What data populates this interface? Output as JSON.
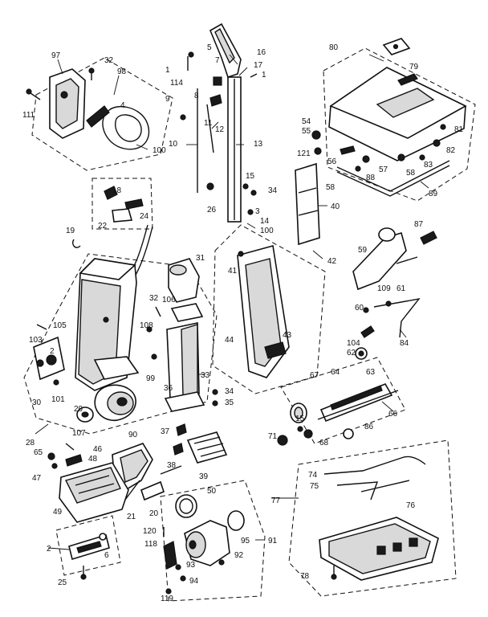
{
  "diagram": {
    "callouts": [
      {
        "id": "c97",
        "text": "97"
      },
      {
        "id": "c32a",
        "text": "32"
      },
      {
        "id": "c98",
        "text": "98"
      },
      {
        "id": "c111",
        "text": "111"
      },
      {
        "id": "c4",
        "text": "4"
      },
      {
        "id": "c100a",
        "text": "100"
      },
      {
        "id": "c1a",
        "text": "1"
      },
      {
        "id": "c114",
        "text": "114"
      },
      {
        "id": "c5",
        "text": "5"
      },
      {
        "id": "c7",
        "text": "7"
      },
      {
        "id": "c16",
        "text": "16"
      },
      {
        "id": "c17",
        "text": "17"
      },
      {
        "id": "c1b",
        "text": "1"
      },
      {
        "id": "c9",
        "text": "9"
      },
      {
        "id": "c8",
        "text": "8"
      },
      {
        "id": "c11",
        "text": "11"
      },
      {
        "id": "c12",
        "text": "12"
      },
      {
        "id": "c10",
        "text": "10"
      },
      {
        "id": "c13",
        "text": "13"
      },
      {
        "id": "c15a",
        "text": "15"
      },
      {
        "id": "c34a",
        "text": "34"
      },
      {
        "id": "c3",
        "text": "3"
      },
      {
        "id": "c26",
        "text": "26"
      },
      {
        "id": "c14",
        "text": "14"
      },
      {
        "id": "c100b",
        "text": "100"
      },
      {
        "id": "c80",
        "text": "80"
      },
      {
        "id": "c79",
        "text": "79"
      },
      {
        "id": "c54",
        "text": "54"
      },
      {
        "id": "c55",
        "text": "55"
      },
      {
        "id": "c81",
        "text": "81"
      },
      {
        "id": "c121",
        "text": "121"
      },
      {
        "id": "c56",
        "text": "56"
      },
      {
        "id": "c57",
        "text": "57"
      },
      {
        "id": "c58a",
        "text": "58"
      },
      {
        "id": "c82",
        "text": "82"
      },
      {
        "id": "c83",
        "text": "83"
      },
      {
        "id": "c88",
        "text": "88"
      },
      {
        "id": "c58b",
        "text": "58"
      },
      {
        "id": "c89",
        "text": "89"
      },
      {
        "id": "c40",
        "text": "40"
      },
      {
        "id": "c18",
        "text": "18"
      },
      {
        "id": "c24",
        "text": "24"
      },
      {
        "id": "c22",
        "text": "22"
      },
      {
        "id": "c19",
        "text": "19"
      },
      {
        "id": "c87",
        "text": "87"
      },
      {
        "id": "c59",
        "text": "59"
      },
      {
        "id": "c31",
        "text": "31"
      },
      {
        "id": "c41",
        "text": "41"
      },
      {
        "id": "c42",
        "text": "42"
      },
      {
        "id": "c109",
        "text": "109"
      },
      {
        "id": "c61",
        "text": "61"
      },
      {
        "id": "c60",
        "text": "60"
      },
      {
        "id": "c105",
        "text": "105"
      },
      {
        "id": "c32b",
        "text": "32"
      },
      {
        "id": "c106",
        "text": "106"
      },
      {
        "id": "c103",
        "text": "103"
      },
      {
        "id": "c2a",
        "text": "2"
      },
      {
        "id": "c108",
        "text": "108"
      },
      {
        "id": "c44",
        "text": "44"
      },
      {
        "id": "c43",
        "text": "43"
      },
      {
        "id": "c104",
        "text": "104"
      },
      {
        "id": "c62",
        "text": "62"
      },
      {
        "id": "c84",
        "text": "84"
      },
      {
        "id": "c99",
        "text": "99"
      },
      {
        "id": "c36",
        "text": "36"
      },
      {
        "id": "c33a",
        "text": "33"
      },
      {
        "id": "c67",
        "text": "67"
      },
      {
        "id": "c64",
        "text": "64"
      },
      {
        "id": "c63",
        "text": "63"
      },
      {
        "id": "c30",
        "text": "30"
      },
      {
        "id": "c101",
        "text": "101"
      },
      {
        "id": "c29",
        "text": "29"
      },
      {
        "id": "c34b",
        "text": "34"
      },
      {
        "id": "c35",
        "text": "35"
      },
      {
        "id": "c28",
        "text": "28"
      },
      {
        "id": "c107",
        "text": "107"
      },
      {
        "id": "c37",
        "text": "37"
      },
      {
        "id": "c46",
        "text": "46"
      },
      {
        "id": "c90",
        "text": "90"
      },
      {
        "id": "c66",
        "text": "66"
      },
      {
        "id": "c15b",
        "text": "15"
      },
      {
        "id": "c86",
        "text": "86"
      },
      {
        "id": "c71",
        "text": "71"
      },
      {
        "id": "c68",
        "text": "68"
      },
      {
        "id": "c65",
        "text": "65"
      },
      {
        "id": "c48",
        "text": "48"
      },
      {
        "id": "c38",
        "text": "38"
      },
      {
        "id": "c47",
        "text": "47"
      },
      {
        "id": "c39",
        "text": "39"
      },
      {
        "id": "c74",
        "text": "74"
      },
      {
        "id": "c75",
        "text": "75"
      },
      {
        "id": "c77",
        "text": "77"
      },
      {
        "id": "c76",
        "text": "76"
      },
      {
        "id": "c49",
        "text": "49"
      },
      {
        "id": "c21",
        "text": "21"
      },
      {
        "id": "c20",
        "text": "20"
      },
      {
        "id": "c50",
        "text": "50"
      },
      {
        "id": "c2b",
        "text": "2"
      },
      {
        "id": "c120",
        "text": "120"
      },
      {
        "id": "c95",
        "text": "95"
      },
      {
        "id": "c91",
        "text": "91"
      },
      {
        "id": "c6",
        "text": "6"
      },
      {
        "id": "c118",
        "text": "118"
      },
      {
        "id": "c93",
        "text": "93"
      },
      {
        "id": "c92",
        "text": "92"
      },
      {
        "id": "c25",
        "text": "25"
      },
      {
        "id": "c94",
        "text": "94"
      },
      {
        "id": "c78",
        "text": "78"
      },
      {
        "id": "c119",
        "text": "119"
      }
    ]
  }
}
